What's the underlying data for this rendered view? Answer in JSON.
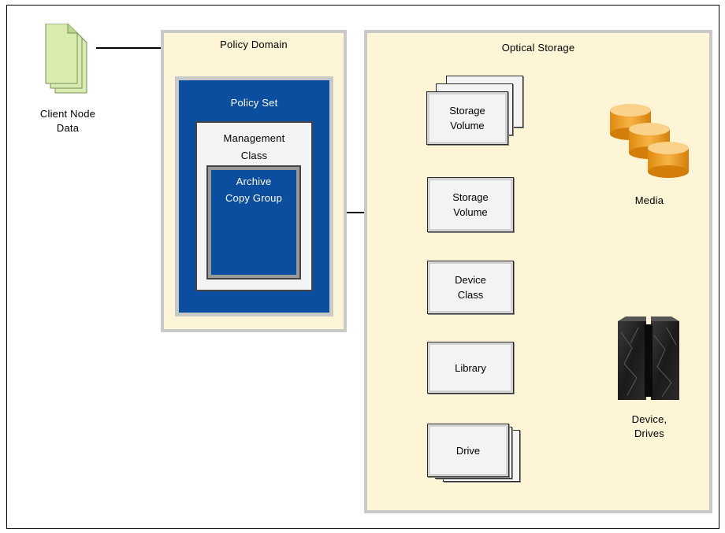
{
  "client": {
    "line1": "Client Node",
    "line2": "Data",
    "icon": "documents-icon"
  },
  "policy_domain": {
    "title": "Policy Domain",
    "policy_set": "Policy Set",
    "management_class": {
      "line1": "Management",
      "line2": "Class"
    },
    "archive_copy_group": {
      "line1": "Archive",
      "line2": "Copy Group"
    }
  },
  "optical_storage": {
    "title": "Optical Storage",
    "storage_volume_pool": {
      "line1": "Storage",
      "line2": "Volume"
    },
    "storage_volume": {
      "line1": "Storage",
      "line2": "Volume"
    },
    "device_class": {
      "line1": "Device",
      "line2": "Class"
    },
    "library": "Library",
    "drive": "Drive"
  },
  "media": {
    "label": "Media",
    "icon": "media-cylinders-icon"
  },
  "devices": {
    "line1": "Device,",
    "line2": "Drives",
    "icon": "server-rack-icon"
  },
  "colors": {
    "region_fill": "#fdf5d6",
    "region_border": "#c9c9c9",
    "policy_blue": "#0b4ea0",
    "media_orange": "#f0a22a",
    "document_green": "#d8ecb0"
  }
}
